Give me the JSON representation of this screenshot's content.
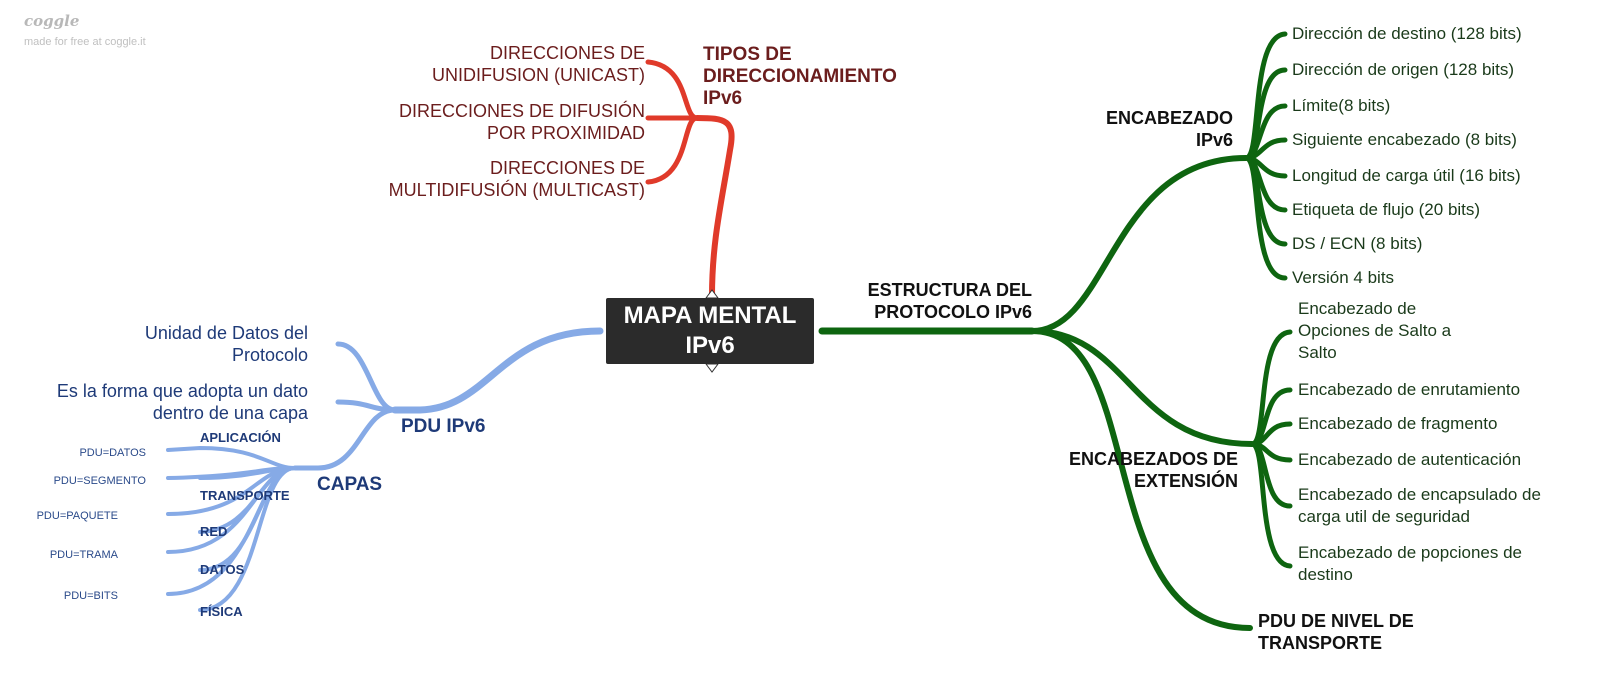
{
  "brand": {
    "logo": "coggle",
    "tagline": "made for free at coggle.it"
  },
  "colors": {
    "red_branch": "#e03a2a",
    "green_branch": "#0e6510",
    "blue_branch": "#86aae6",
    "center_bg": "#2b2b2b"
  },
  "center": {
    "title": "MAPA MENTAL\nIPv6"
  },
  "tipos": {
    "title": "TIPOS DE\nDIRECCIONAMIENTO\nIPv6",
    "items": [
      "DIRECCIONES DE\nUNIDIFUSION (UNICAST)",
      "DIRECCIONES DE DIFUSIÓN\nPOR PROXIMIDAD",
      "DIRECCIONES DE\nMULTIDIFUSIÓN (MULTICAST)"
    ]
  },
  "estructura": {
    "title": "ESTRUCTURA DEL\nPROTOCOLO IPv6",
    "encabezado": {
      "title": "ENCABEZADO\nIPv6",
      "items": [
        "Dirección de destino (128 bits)",
        "Dirección de origen (128 bits)",
        "Límite(8 bits)",
        "Siguiente encabezado (8 bits)",
        "Longitud de carga útil (16 bits)",
        "Etiqueta de flujo (20 bits)",
        "DS / ECN (8 bits)",
        "Versión 4 bits"
      ]
    },
    "extension": {
      "title": "ENCABEZADOS DE\nEXTENSIÓN",
      "items": [
        "Encabezado de\nOpciones de Salto a\nSalto",
        "Encabezado de enrutamiento",
        "Encabezado de fragmento",
        "Encabezado de autenticación",
        "Encabezado de encapsulado de\ncarga util de seguridad",
        "Encabezado de popciones de\ndestino"
      ]
    },
    "pdu_transporte": "PDU DE NIVEL DE\nTRANSPORTE"
  },
  "pdu": {
    "title": "PDU IPv6",
    "items": [
      "Unidad de Datos del\nProtocolo",
      "Es la forma que adopta un dato\ndentro de una capa"
    ],
    "capas": {
      "title": "CAPAS",
      "layers": [
        "APLICACIÓN",
        "TRANSPORTE",
        "RED",
        "DATOS",
        "FÍSICA"
      ],
      "pdus": [
        "PDU=DATOS",
        "PDU=SEGMENTO",
        "PDU=PAQUETE",
        "PDU=TRAMA",
        "PDU=BITS"
      ]
    }
  }
}
